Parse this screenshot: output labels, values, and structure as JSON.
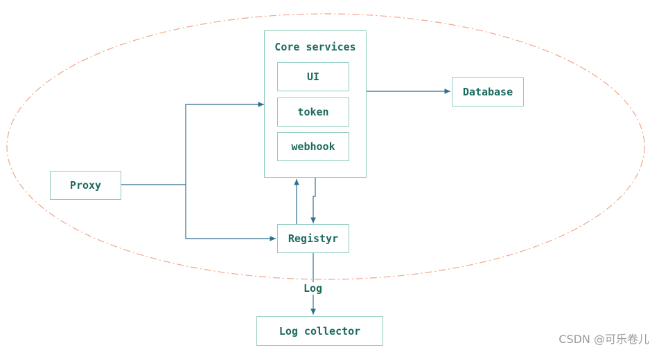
{
  "diagram": {
    "core_services_title": "Core services",
    "nodes": {
      "ui": "UI",
      "token": "token",
      "webhook": "webhook",
      "database": "Database",
      "proxy": "Proxy",
      "registry": "Registyr",
      "log_collector": "Log collector"
    },
    "edge_labels": {
      "log": "Log"
    },
    "colors": {
      "node_border": "#8fcbbd",
      "node_text": "#1c6a5e",
      "arrow": "#2f6e8f",
      "boundary": "#f0a58a"
    }
  },
  "watermark": "CSDN @可乐卷儿"
}
